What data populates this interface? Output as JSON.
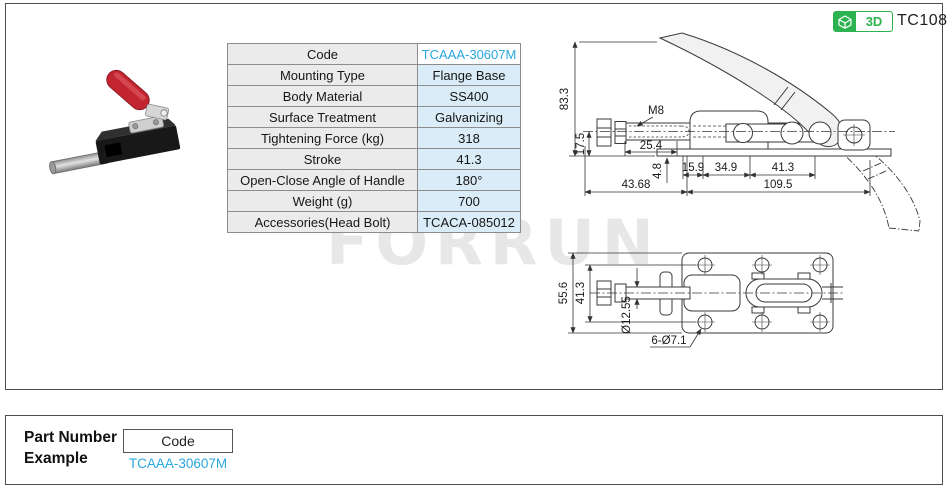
{
  "header": {
    "badge_3d_label": "3D",
    "series_code": "TC108"
  },
  "watermark": "FORRUN",
  "spec_table": {
    "rows": [
      {
        "label": "Code",
        "value": "TCAAA-30607M"
      },
      {
        "label": "Mounting Type",
        "value": "Flange Base"
      },
      {
        "label": "Body Material",
        "value": "SS400"
      },
      {
        "label": "Surface Treatment",
        "value": "Galvanizing"
      },
      {
        "label": "Tightening Force (kg)",
        "value": "318"
      },
      {
        "label": "Stroke",
        "value": "41.3"
      },
      {
        "label": "Open-Close Angle of Handle",
        "value": "180°"
      },
      {
        "label": "Weight (g)",
        "value": "700"
      },
      {
        "label": "Accessories(Head Bolt)",
        "value": "TCACA-085012"
      }
    ]
  },
  "drawings": {
    "side_view": {
      "dim_total_height": "83.3",
      "dim_rod_center_height": "17.5",
      "thread_label": "M8",
      "dim_thread_length": "25.4",
      "dim_base_offset": "4.8",
      "dim_seg_a": "15.9",
      "dim_seg_b": "34.9",
      "dim_seg_c": "41.3",
      "dim_left_overhang": "43.68",
      "dim_base_length": "109.5"
    },
    "plan_view": {
      "dim_plate_width": "55.6",
      "dim_hole_row_spacing": "41.3",
      "dim_rod_diameter": "Ø12.55",
      "dim_mount_holes": "6-Ø7.1"
    }
  },
  "part_number_example": {
    "title_line1": "Part Number",
    "title_line2": "Example",
    "code_box_label": "Code",
    "code_value": "TCAAA-30607M"
  },
  "colors": {
    "accent_blue": "#29a7e0",
    "badge_green": "#2cb24e",
    "value_cell_bg": "#d9ecf7",
    "label_cell_bg": "#ebebeb"
  }
}
